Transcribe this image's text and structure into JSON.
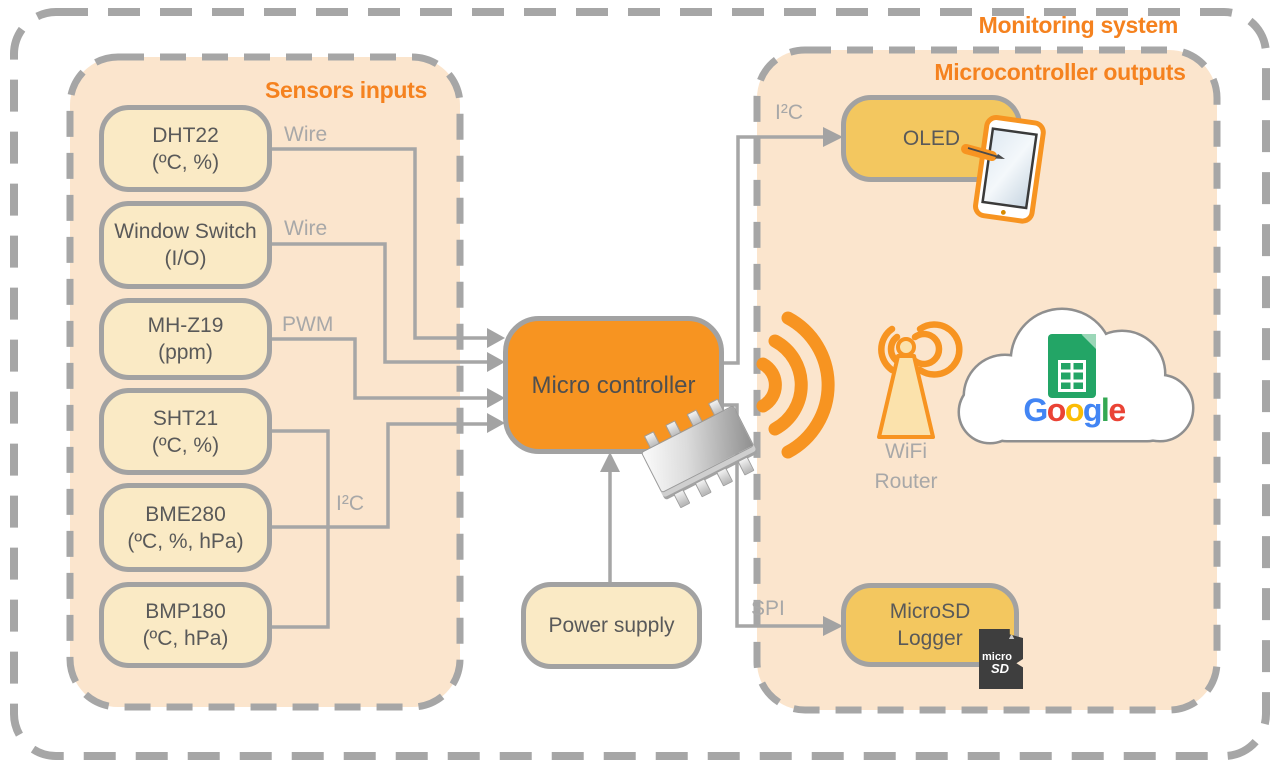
{
  "titles": {
    "monitoring_system": "Monitoring system",
    "sensors_inputs": "Sensors inputs",
    "microcontroller_outputs": "Microcontroller outputs"
  },
  "sensors": [
    {
      "name": "DHT22",
      "measures": "(ºC, %)",
      "interface": "Wire"
    },
    {
      "name": "Window Switch",
      "measures": "(I/O)",
      "interface": "Wire"
    },
    {
      "name": "MH-Z19",
      "measures": "(ppm)",
      "interface": "PWM"
    },
    {
      "name": "SHT21",
      "measures": "(ºC, %)",
      "interface": "I²C"
    },
    {
      "name": "BME280",
      "measures": "(ºC, %, hPa)",
      "interface": "I²C"
    },
    {
      "name": "BMP180",
      "measures": "(ºC, hPa)",
      "interface": "I²C"
    }
  ],
  "wire_labels": {
    "dht22": "Wire",
    "window_switch": "Wire",
    "mh_z19": "PWM",
    "i2c_sensors": "I²C",
    "i2c_oled": "I²C",
    "spi": "SPI"
  },
  "controller": {
    "label": "Micro controller"
  },
  "power_supply": {
    "label": "Power supply"
  },
  "outputs": {
    "oled": {
      "label": "OLED"
    },
    "microsd": {
      "label_line1": "MicroSD",
      "label_line2": "Logger"
    },
    "wifi_router": {
      "line1": "WiFi",
      "line2": "Router"
    }
  },
  "google": {
    "letters": [
      {
        "ch": "G",
        "style": "color:#4285F4"
      },
      {
        "ch": "o",
        "style": "color:#EA4335"
      },
      {
        "ch": "o",
        "style": "color:#FBBC05"
      },
      {
        "ch": "g",
        "style": "color:#4285F4"
      },
      {
        "ch": "l",
        "style": "color:#34A853"
      },
      {
        "ch": "e",
        "style": "color:#EA4335"
      }
    ]
  },
  "microsd_card": {
    "brand_line1": "micro",
    "brand_line2": "SD",
    "arrow": "▲"
  },
  "colors": {
    "accent": "#F5821F",
    "controller": "#F79421",
    "panel": "#FBE5CD",
    "cream": "#FAEAC5",
    "gold": "#F3C75F",
    "gray": "#A6A6A6",
    "textgray": "#595959",
    "labelgray": "#A8A8A8"
  }
}
